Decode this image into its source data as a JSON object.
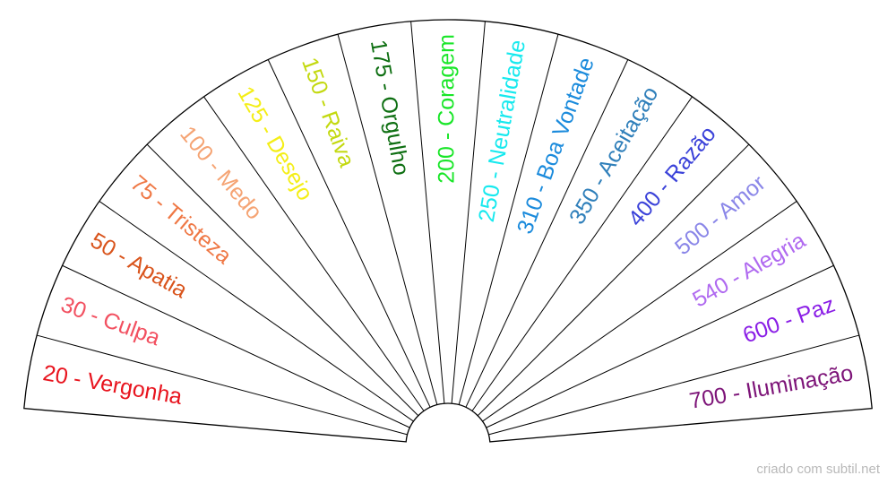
{
  "chart": {
    "segments": [
      {
        "label": "20 - Vergonha",
        "color": "#e8141e"
      },
      {
        "label": "30 - Culpa",
        "color": "#f25060"
      },
      {
        "label": "50 - Apatia",
        "color": "#d9541c"
      },
      {
        "label": "75 - Tristeza",
        "color": "#ef7845"
      },
      {
        "label": "100 - Medo",
        "color": "#f5a474"
      },
      {
        "label": "125 - Desejo",
        "color": "#f4ee16"
      },
      {
        "label": "150 - Raiva",
        "color": "#c3d90f"
      },
      {
        "label": "175 - Orgulho",
        "color": "#0e6f12"
      },
      {
        "label": "200 - Coragem",
        "color": "#19e628"
      },
      {
        "label": "250 - Neutralidade",
        "color": "#16e9ee"
      },
      {
        "label": "310 - Boa Vontade",
        "color": "#1b8bdc"
      },
      {
        "label": "350 - Aceitação",
        "color": "#2f7fba"
      },
      {
        "label": "400 - Razão",
        "color": "#3b42d9"
      },
      {
        "label": "500 - Amor",
        "color": "#8a86e8"
      },
      {
        "label": "540 - Alegria",
        "color": "#b06af0"
      },
      {
        "label": "600 - Paz",
        "color": "#8a1ee6"
      },
      {
        "label": "700 - Iluminação",
        "color": "#7d1478"
      }
    ]
  },
  "footer": {
    "credit": "criado com subtil.net"
  }
}
